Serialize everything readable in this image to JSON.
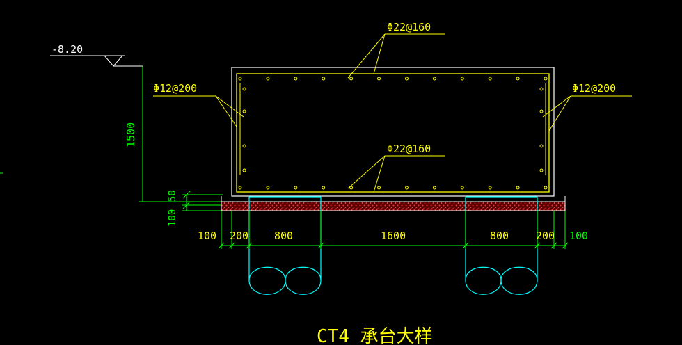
{
  "elevation": {
    "label": "-8.20"
  },
  "rebar_labels": {
    "top": "Φ22@160",
    "bottom": "Φ22@160",
    "left_side": "Φ12@200",
    "right_side": "Φ12@200"
  },
  "dimensions": {
    "vertical": {
      "height": "1500",
      "cushion": "50",
      "bedding": "100"
    },
    "horizontal": [
      "100",
      "200",
      "800",
      "1600",
      "800",
      "200",
      "100"
    ]
  },
  "title": "CT4 承台大样",
  "colors": {
    "background": "#000000",
    "outline": "#ffffff",
    "rebar": "#ffff00",
    "dimension": "#00ff00",
    "dimension_text": "#ffff00",
    "pile": "#00ffff",
    "cushion_hatch": "#ff3030"
  }
}
